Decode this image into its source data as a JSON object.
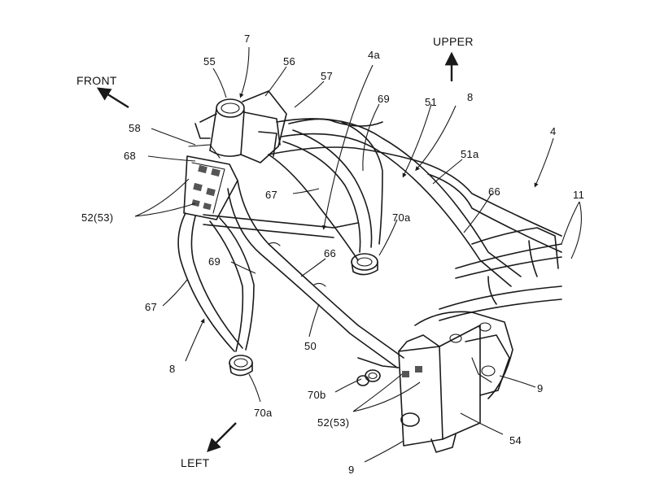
{
  "labels": {
    "front": "FRONT",
    "upper": "UPPER",
    "left": "LEFT",
    "n7": "7",
    "n55": "55",
    "n56": "56",
    "n57": "57",
    "n4a": "4a",
    "n69_top": "69",
    "n51": "51",
    "n8_top": "8",
    "n4": "4",
    "n58": "58",
    "n68": "68",
    "n51a": "51a",
    "n66_right": "66",
    "n11": "11",
    "n67_mid": "67",
    "n52_53_left": "52(53)",
    "n70a_mid": "70a",
    "n69_left": "69",
    "n66_mid": "66",
    "n67_left": "67",
    "n50": "50",
    "n8_left": "8",
    "n9_right": "9",
    "n70b": "70b",
    "n52_53_bottom": "52(53)",
    "n54": "54",
    "n70a_bottom": "70a",
    "n9_bottom": "9"
  }
}
